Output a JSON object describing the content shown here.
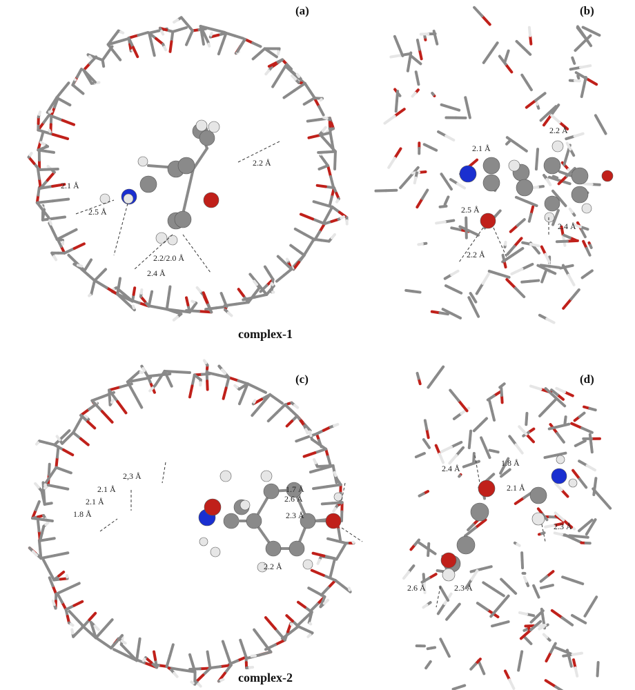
{
  "panels": {
    "a": {
      "tag": "(a)",
      "distances": [
        "2.1 Å",
        "2.5 Å",
        "2.2 Å",
        "2.2/2.0 Å",
        "2.4 Å"
      ]
    },
    "b": {
      "tag": "(b)",
      "distances": [
        "2.2 Å",
        "2.1 Å",
        "2.5 Å",
        "2.4 Å",
        "2.2 Å"
      ]
    },
    "c": {
      "tag": "(c)",
      "distances": [
        "2,3 Å",
        "2.1 Å",
        "2.1 Å",
        "1.8 Å",
        "1.7 Å",
        "2.6 Å",
        "2.3 Å",
        "2.2 Å"
      ]
    },
    "d": {
      "tag": "(d)",
      "distances": [
        "2.4 Å",
        "1.8 Å",
        "2.1 Å",
        "2.3 Å",
        "2.6 Å",
        "2.3 Å"
      ]
    }
  },
  "captions": {
    "complex1": "complex-1",
    "complex2": "complex-2"
  },
  "colors": {
    "carbon": "#8a8a8a",
    "oxygen": "#c0201a",
    "hydrogen": "#e6e6e6",
    "nitrogen": "#1a2fd0"
  }
}
